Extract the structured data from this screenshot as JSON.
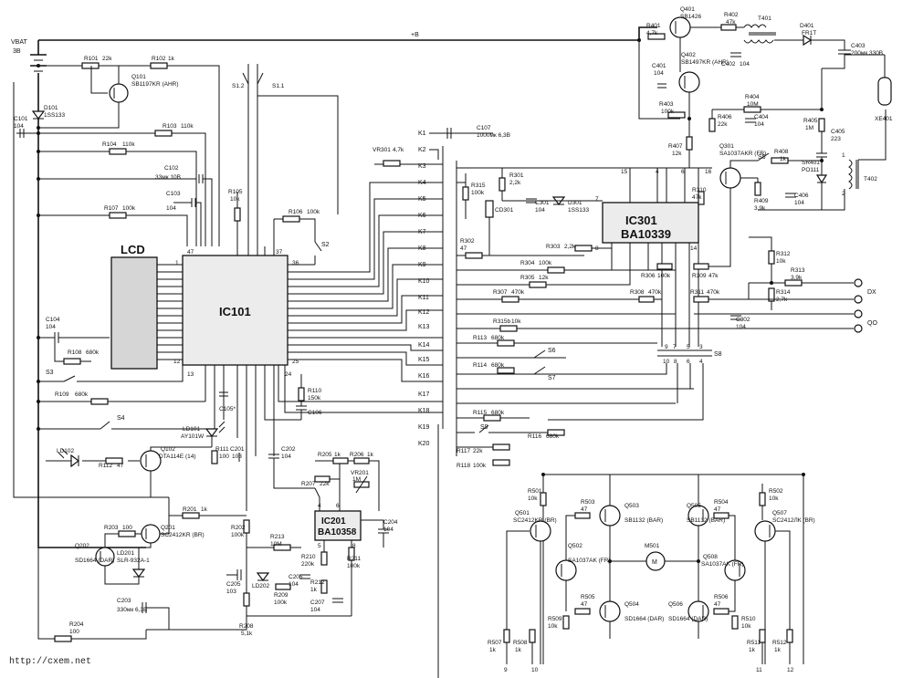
{
  "ics": {
    "ic101": "IC101",
    "ic301_name": "IC301",
    "ic301_part": "BA10339",
    "ic201_name": "IC201",
    "ic201_part": "BA10358",
    "lcd": "LCD"
  },
  "power": {
    "vbat": "VBAT",
    "vbat_v": "3B",
    "bplus": "+B"
  },
  "components": [
    {
      "ref": "R101",
      "val": "22k"
    },
    {
      "ref": "R102",
      "val": "1k"
    },
    {
      "ref": "Q101",
      "val": "SB1197KR (AHR)"
    },
    {
      "ref": "D101",
      "val": "1SS133"
    },
    {
      "ref": "C101",
      "val": "104"
    },
    {
      "ref": "R103",
      "val": "110k"
    },
    {
      "ref": "R104",
      "val": "110k"
    },
    {
      "ref": "C102",
      "val": "33мк 10B"
    },
    {
      "ref": "C103",
      "val": "104"
    },
    {
      "ref": "R105",
      "val": "10k"
    },
    {
      "ref": "R106",
      "val": "100k"
    },
    {
      "ref": "R107",
      "val": "100k"
    },
    {
      "ref": "R108",
      "val": "680k"
    },
    {
      "ref": "C104",
      "val": "104"
    },
    {
      "ref": "R109",
      "val": "680k"
    },
    {
      "ref": "R110",
      "val": "150k"
    },
    {
      "ref": "C105",
      "val": "C105*"
    },
    {
      "ref": "C106",
      "val": "C106"
    },
    {
      "ref": "LD101",
      "val": "AY101W"
    },
    {
      "ref": "LD102",
      "val": ""
    },
    {
      "ref": "R111",
      "val": "100"
    },
    {
      "ref": "C201",
      "val": "103"
    },
    {
      "ref": "Q102",
      "val": "DTA114E (14)"
    },
    {
      "ref": "R112",
      "val": "47"
    },
    {
      "ref": "C202",
      "val": "104"
    },
    {
      "ref": "R201",
      "val": "1k"
    },
    {
      "ref": "R202",
      "val": "100k"
    },
    {
      "ref": "Q201",
      "val": "SC2412KR (BR)"
    },
    {
      "ref": "R203",
      "val": "100"
    },
    {
      "ref": "Q202",
      "val": "SD1664 (DAR)"
    },
    {
      "ref": "LD201",
      "val": "SLR-932A-1"
    },
    {
      "ref": "C203",
      "val": "330мк 6,3B"
    },
    {
      "ref": "R204",
      "val": "100"
    },
    {
      "ref": "C205",
      "val": "103"
    },
    {
      "ref": "LD202",
      "val": ""
    },
    {
      "ref": "R208",
      "val": "5,1k"
    },
    {
      "ref": "R209",
      "val": "100k"
    },
    {
      "ref": "R213",
      "val": "10M"
    },
    {
      "ref": "C206",
      "val": "104"
    },
    {
      "ref": "R210",
      "val": "220k"
    },
    {
      "ref": "R212",
      "val": "1k"
    },
    {
      "ref": "C207",
      "val": "104"
    },
    {
      "ref": "R211",
      "val": "100k"
    },
    {
      "ref": "C204",
      "val": "104"
    },
    {
      "ref": "R205",
      "val": "1k"
    },
    {
      "ref": "R206",
      "val": "1k"
    },
    {
      "ref": "R207",
      "val": "22k"
    },
    {
      "ref": "VR201",
      "val": "1M"
    },
    {
      "ref": "C107",
      "val": "1000мк 6,3B"
    },
    {
      "ref": "VR301",
      "val": "4,7k"
    },
    {
      "ref": "R315",
      "val": "100k"
    },
    {
      "ref": "R301",
      "val": "2,2k"
    },
    {
      "ref": "C301",
      "val": "104"
    },
    {
      "ref": "D301",
      "val": "1SS133"
    },
    {
      "ref": "CD301",
      "val": ""
    },
    {
      "ref": "R302",
      "val": "47"
    },
    {
      "ref": "R303",
      "val": "2,2k"
    },
    {
      "ref": "R304",
      "val": "100k"
    },
    {
      "ref": "R305",
      "val": "12k"
    },
    {
      "ref": "R306",
      "val": "100k"
    },
    {
      "ref": "R309",
      "val": "47k"
    },
    {
      "ref": "R307",
      "val": "470k"
    },
    {
      "ref": "R308",
      "val": "470k"
    },
    {
      "ref": "R311",
      "val": "470k"
    },
    {
      "ref": "R315b",
      "val": "10k"
    },
    {
      "ref": "C302",
      "val": "104"
    },
    {
      "ref": "R312",
      "val": "10k"
    },
    {
      "ref": "R313",
      "val": "3,9k"
    },
    {
      "ref": "R314",
      "val": "2,7k"
    },
    {
      "ref": "R310",
      "val": "47k"
    },
    {
      "ref": "R113",
      "val": "680k"
    },
    {
      "ref": "R114",
      "val": "680k"
    },
    {
      "ref": "R115",
      "val": "680k"
    },
    {
      "ref": "R116",
      "val": "680k"
    },
    {
      "ref": "R117",
      "val": "22k"
    },
    {
      "ref": "R118",
      "val": "100k"
    },
    {
      "ref": "R401",
      "val": "4,7k"
    },
    {
      "ref": "Q401",
      "val": "SB1426"
    },
    {
      "ref": "R402",
      "val": "47k"
    },
    {
      "ref": "T401",
      "val": ""
    },
    {
      "ref": "D401",
      "val": "FR1T"
    },
    {
      "ref": "C403",
      "val": "200мк 330B"
    },
    {
      "ref": "Q402",
      "val": "SB1497KR (AHR)"
    },
    {
      "ref": "C401",
      "val": "104"
    },
    {
      "ref": "C402",
      "val": "104"
    },
    {
      "ref": "R403",
      "val": "100k"
    },
    {
      "ref": "R404",
      "val": "10M"
    },
    {
      "ref": "R405",
      "val": "1M"
    },
    {
      "ref": "R406",
      "val": "22k"
    },
    {
      "ref": "C404",
      "val": "104"
    },
    {
      "ref": "R407",
      "val": "12k"
    },
    {
      "ref": "Q301",
      "val": "SA1037AKR (FR)"
    },
    {
      "ref": "R408",
      "val": "1k"
    },
    {
      "ref": "C405",
      "val": "223"
    },
    {
      "ref": "SR401",
      "val": "PO111"
    },
    {
      "ref": "R409",
      "val": "3,9k"
    },
    {
      "ref": "C406",
      "val": "104"
    },
    {
      "ref": "T402",
      "val": ""
    },
    {
      "ref": "XE401",
      "val": ""
    },
    {
      "ref": "R501",
      "val": "10k"
    },
    {
      "ref": "Q501",
      "val": "SC2412KR (BR)"
    },
    {
      "ref": "R503",
      "val": "47"
    },
    {
      "ref": "Q503",
      "val": "SB1132 (BAR)"
    },
    {
      "ref": "Q502",
      "val": "SA1037AK (FR)"
    },
    {
      "ref": "R505",
      "val": "47"
    },
    {
      "ref": "Q504",
      "val": "SD1664 (DAR)"
    },
    {
      "ref": "R509",
      "val": "10k"
    },
    {
      "ref": "R507",
      "val": "1k"
    },
    {
      "ref": "R508",
      "val": "1k"
    },
    {
      "ref": "M501",
      "val": ""
    },
    {
      "ref": "Q505",
      "val": "SB1132 (BAR)"
    },
    {
      "ref": "R504",
      "val": "47"
    },
    {
      "ref": "Q506",
      "val": "SD1664 (DAR)"
    },
    {
      "ref": "R506",
      "val": "47"
    },
    {
      "ref": "Q508",
      "val": "SA1037AK (FR)"
    },
    {
      "ref": "R510",
      "val": "10k"
    },
    {
      "ref": "R502",
      "val": "10k"
    },
    {
      "ref": "Q507",
      "val": "SC2412ЛК (BR)"
    },
    {
      "ref": "R511",
      "val": "1k"
    },
    {
      "ref": "R512",
      "val": "1k"
    }
  ],
  "switches": [
    "S1.2",
    "S1.1",
    "S2",
    "S3",
    "S4",
    "S5",
    "S6",
    "S7",
    "S8",
    "S9"
  ],
  "connectors": [
    "K1",
    "K2",
    "K3",
    "K4",
    "K5",
    "K6",
    "K7",
    "K8",
    "K9",
    "K10",
    "K11",
    "K12",
    "K13",
    "K14",
    "K15",
    "K16",
    "K17",
    "K18",
    "K19",
    "K20"
  ],
  "outputs": {
    "dx": "DX",
    "qo": "QO"
  },
  "pins": {
    "p1": "1",
    "p47": "47",
    "p37": "37",
    "p36": "36",
    "p25": "25",
    "p24": "24",
    "p13": "13",
    "p12": "12",
    "ic301_15": "15",
    "ic301_4": "4",
    "ic301_6": "6",
    "ic301_16": "16",
    "ic301_7": "7",
    "ic301_8": "8",
    "ic301_14": "14",
    "ic201_4": "4",
    "ic201_5": "5",
    "ic201_6": "6",
    "ic201_8": "8"
  },
  "watermark": "http://cxem.net"
}
